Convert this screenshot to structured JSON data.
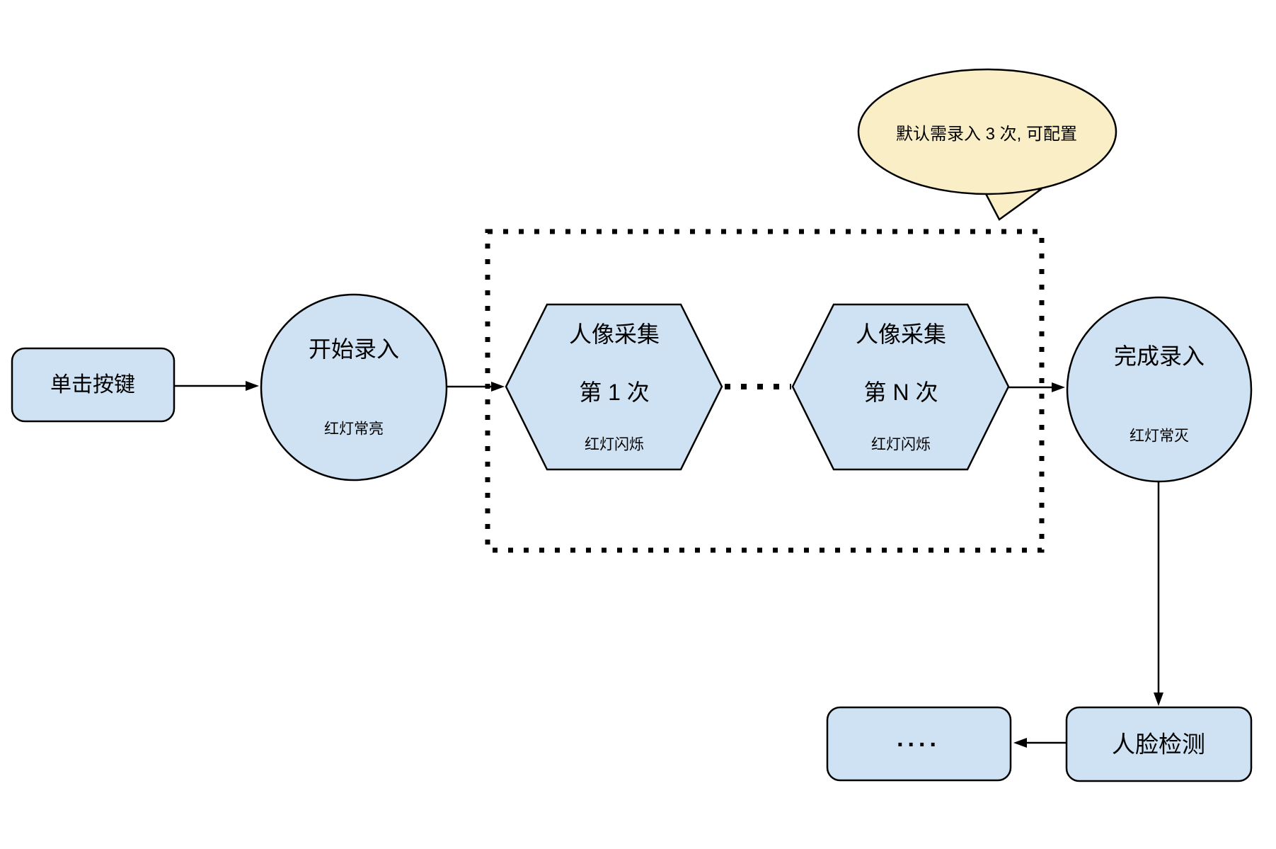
{
  "nodes": {
    "click_button": {
      "label": "单击按键"
    },
    "start_record": {
      "title": "开始录入",
      "subtitle": "红灯常亮"
    },
    "capture_1": {
      "line1": "人像采集",
      "line2": "第 1 次",
      "line3": "红灯闪烁"
    },
    "capture_n": {
      "line1": "人像采集",
      "line2": "第 N 次",
      "line3": "红灯闪烁"
    },
    "finish_record": {
      "title": "完成录入",
      "subtitle": "红灯常灭"
    },
    "ellipsis_box": {
      "label": "...."
    },
    "face_detect": {
      "label": "人脸检测"
    }
  },
  "callout": {
    "text": "默认需录入 3 次, 可配置"
  },
  "colors": {
    "node_fill": "#cfe2f3",
    "callout_fill": "#faeec7",
    "stroke": "#000000"
  }
}
